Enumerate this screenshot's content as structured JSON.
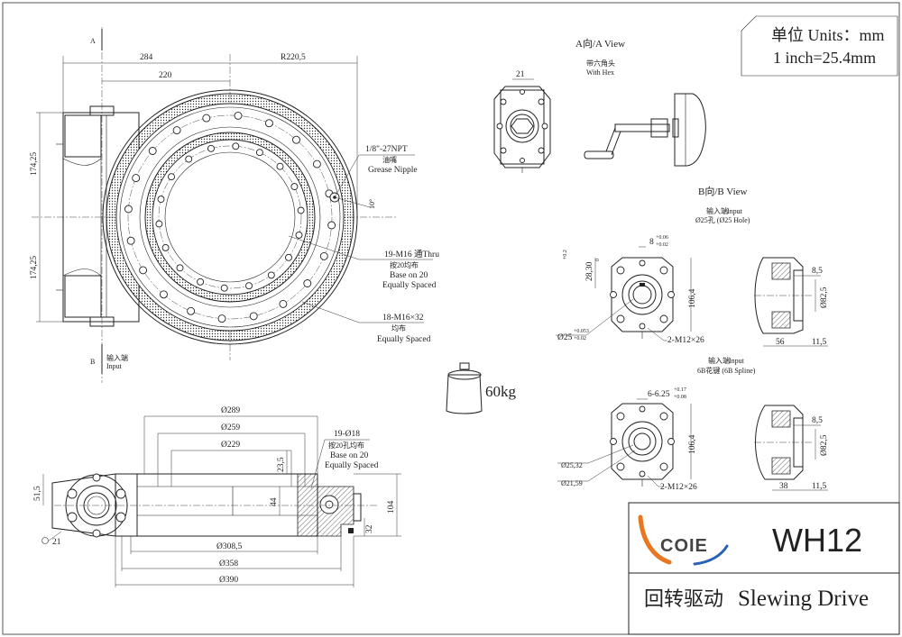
{
  "units": {
    "line1": "单位 Units：mm",
    "line2": "1 inch=25.4mm"
  },
  "front_view": {
    "view_a_marker": "A",
    "view_b_marker": "B",
    "input_cn": "输入端",
    "input_en": "Input",
    "dim_284": "284",
    "dim_220": "220",
    "dim_r2205": "R220,5",
    "dim_17425_top": "174,25",
    "dim_17425_bottom": "174,25",
    "dim_angle": "10°",
    "npt_label": "1/8\"-27NPT",
    "npt_cn": "油嘴",
    "npt_en": "Grease Nipple",
    "thru_label": "19-M16 通Thru",
    "thru_cn": "按20均布",
    "thru_en1": "Base on 20",
    "thru_en2": "Equally Spaced",
    "m16_label": "18-M16×32",
    "m16_cn": "均布",
    "m16_en": "Equally Spaced"
  },
  "side_view": {
    "dia_289": "Ø289",
    "dia_259": "Ø259",
    "dia_229": "Ø229",
    "dim_235": "23,5",
    "dim_44": "44",
    "dim_515": "51,5",
    "dim_104": "104",
    "dim_32": "32",
    "dim_21": "21",
    "dia_3085": "Ø308,5",
    "dia_358": "Ø358",
    "dia_390": "Ø390",
    "holes_label": "19-Ø18",
    "holes_cn": "按20孔均布",
    "holes_en1": "Base on 20",
    "holes_en2": "Equally Spaced"
  },
  "a_view": {
    "title": "A向/A View",
    "sub_cn": "带六角头",
    "sub_en": "With Hex",
    "dim_21": "21"
  },
  "b_view": {
    "title": "B向/B View",
    "input_cn_1": "输入端",
    "input_en_1": "Input",
    "hole_label": "Ø25孔 (Ø25 Hole)",
    "dim_8": "8",
    "dim_8_tol_top": "+0.06",
    "dim_8_tol_bottom": "+0.02",
    "dim_2830": "28,30",
    "dim_2830_tol_top": "+0.2",
    "dim_2830_tol_bottom": "0",
    "dim_1064_a": "106,4",
    "dim_25": "Ø25",
    "dim_25_tol_top": "+0.053",
    "dim_25_tol_bottom": "+0.02",
    "dim_m12_a": "2-M12×26",
    "dim_85_a": "8,5",
    "dim_825_a": "Ø82,5",
    "dim_56": "56",
    "dim_115_a": "11,5",
    "input_cn_2": "输入端",
    "input_en_2": "Input",
    "spline_label": "6B花键 (6B Spline)",
    "dim_spline": "6-6.25",
    "dim_spline_tol_top": "+0.17",
    "dim_spline_tol_bottom": "+0.08",
    "dim_1064_b": "106,4",
    "dim_2532": "Ø25,32",
    "dim_2159": "Ø21,59",
    "dim_m12_b": "2-M12×26",
    "dim_85_b": "8,5",
    "dim_825_b": "Ø82,5",
    "dim_38": "38",
    "dim_115_b": "11,5"
  },
  "weight": {
    "value": "60kg"
  },
  "title_block": {
    "logo_text": "COIE",
    "model": "WH12",
    "name_cn": "回转驱动",
    "name_en": "Slewing Drive",
    "logo_color_orange": "#e87722",
    "logo_color_blue": "#2a62b5"
  }
}
